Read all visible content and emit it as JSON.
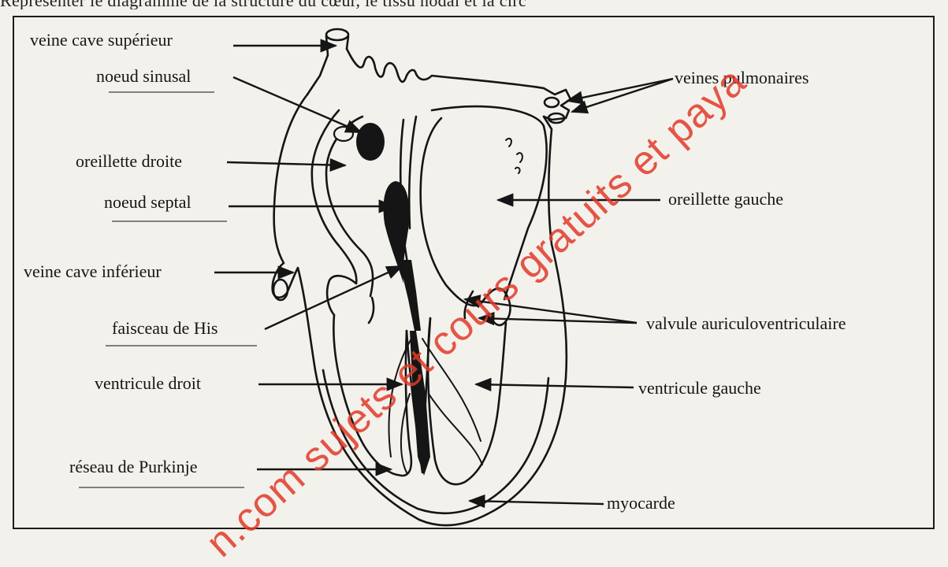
{
  "header_fragment": "Représenter le diagramme de la structure du cœur, le tissu nodal et la circ",
  "labels": {
    "veine_cave_superieur": "veine cave supérieur",
    "noeud_sinusal": "noeud sinusal",
    "oreillette_droite": "oreillette droite",
    "noeud_septal": "noeud septal",
    "veine_cave_inferieur": "veine cave inférieur",
    "faisceau_de_his": "faisceau de His",
    "ventricule_droit": "ventricule droit",
    "reseau_de_purkinje": "réseau de Purkinje",
    "veines_pulmonaires": "veines pulmonaires",
    "oreillette_gauche": "oreillette gauche",
    "valvule_auriculoventriculaire": "valvule auriculoventriculaire",
    "ventricule_gauche": "ventricule gauche",
    "myocarde": "myocarde"
  },
  "watermark": "n.com sujets et cours gratuits et paya",
  "colors": {
    "ink": "#151515",
    "watermark": "#e23a2a",
    "paper": "#f3f1ec"
  }
}
